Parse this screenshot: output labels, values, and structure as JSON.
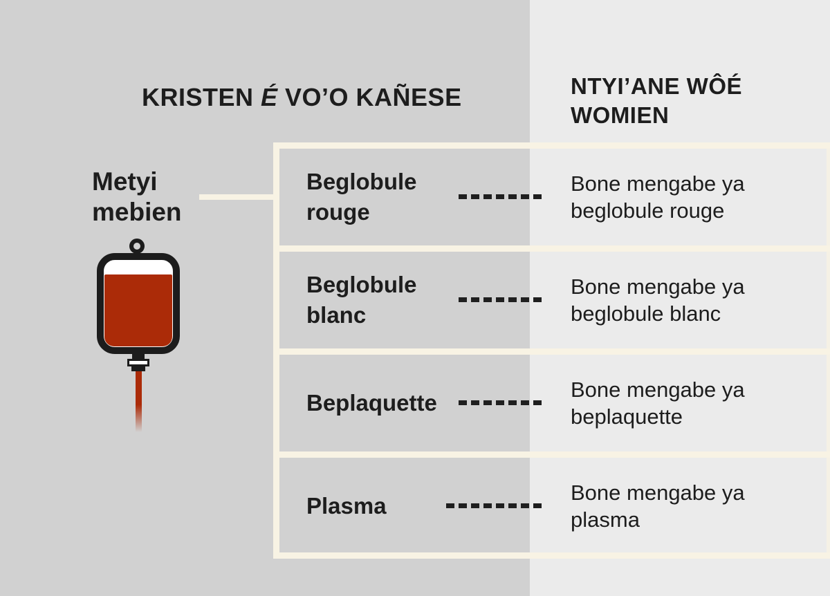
{
  "title_left": {
    "pre": "KRISTEN ",
    "accent": "É",
    "post": " VO’O KAÑESE"
  },
  "title_right": {
    "line1": "NTYI’ANE WÔÉ",
    "line2": "WOMIEN"
  },
  "source": {
    "line1": "Metyi",
    "line2": "mebien"
  },
  "rows": [
    {
      "term_line1": "Beglobule",
      "term_line2": "rouge",
      "desc_line1": "Bone mengabe ya",
      "desc_line2": "beglobule rouge"
    },
    {
      "term_line1": "Beglobule",
      "term_line2": "blanc",
      "desc_line1": "Bone mengabe ya",
      "desc_line2": "beglobule blanc"
    },
    {
      "term_line1": "Beplaquette",
      "term_line2": "",
      "desc_line1": "Bone mengabe ya",
      "desc_line2": "beplaquette"
    },
    {
      "term_line1": "Plasma",
      "term_line2": "",
      "desc_line1": "Bone mengabe ya",
      "desc_line2": "plasma"
    }
  ],
  "colors": {
    "blood_red": "#ab2b08",
    "bg_left": "#d1d1d1",
    "bg_right": "#ebebeb",
    "divider_cream": "#f8f3e4",
    "text": "#1d1d1d"
  }
}
